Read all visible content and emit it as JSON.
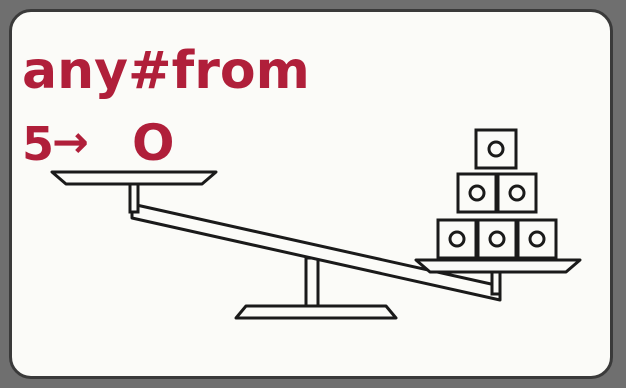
{
  "note": {
    "line1": "any#from",
    "line2_left": "5",
    "line2_arrow": "→",
    "line2_right": "O"
  },
  "colors": {
    "ink": "#1a1a1a",
    "handwriting": "#b01f3a",
    "paper": "#fbfbf8",
    "background": "#6f6f6f"
  },
  "scale": {
    "right_pan_blocks": 6,
    "block_rows": [
      1,
      2,
      3
    ]
  }
}
